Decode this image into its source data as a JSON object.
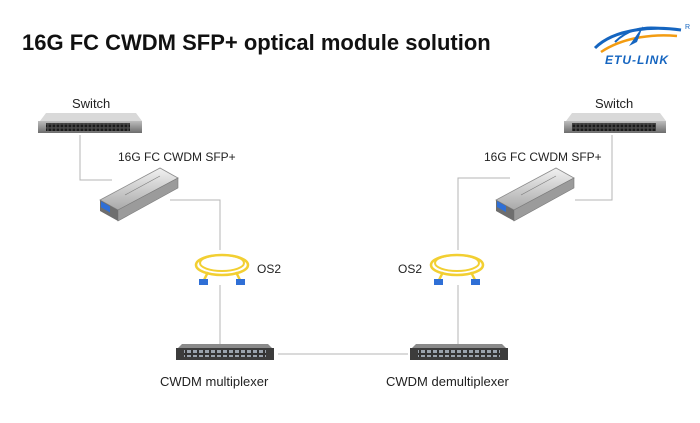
{
  "title": "16G FC CWDM SFP+ optical module solution",
  "logo": {
    "text": "ETU-LINK",
    "mark": "R",
    "colors": {
      "blue": "#1565c0",
      "orange": "#f39c12"
    }
  },
  "left": {
    "switch_label": "Switch",
    "module_label": "16G FC CWDM SFP+",
    "cable_label": "OS2",
    "mux_label": "CWDM multiplexer"
  },
  "right": {
    "switch_label": "Switch",
    "module_label": "16G FC CWDM SFP+",
    "cable_label": "OS2",
    "mux_label": "CWDM demultiplexer"
  },
  "colors": {
    "line": "#b5b5b5",
    "fiber": "#f2cf32",
    "connector": "#2f6fd6",
    "device": "#5a5a5a"
  }
}
